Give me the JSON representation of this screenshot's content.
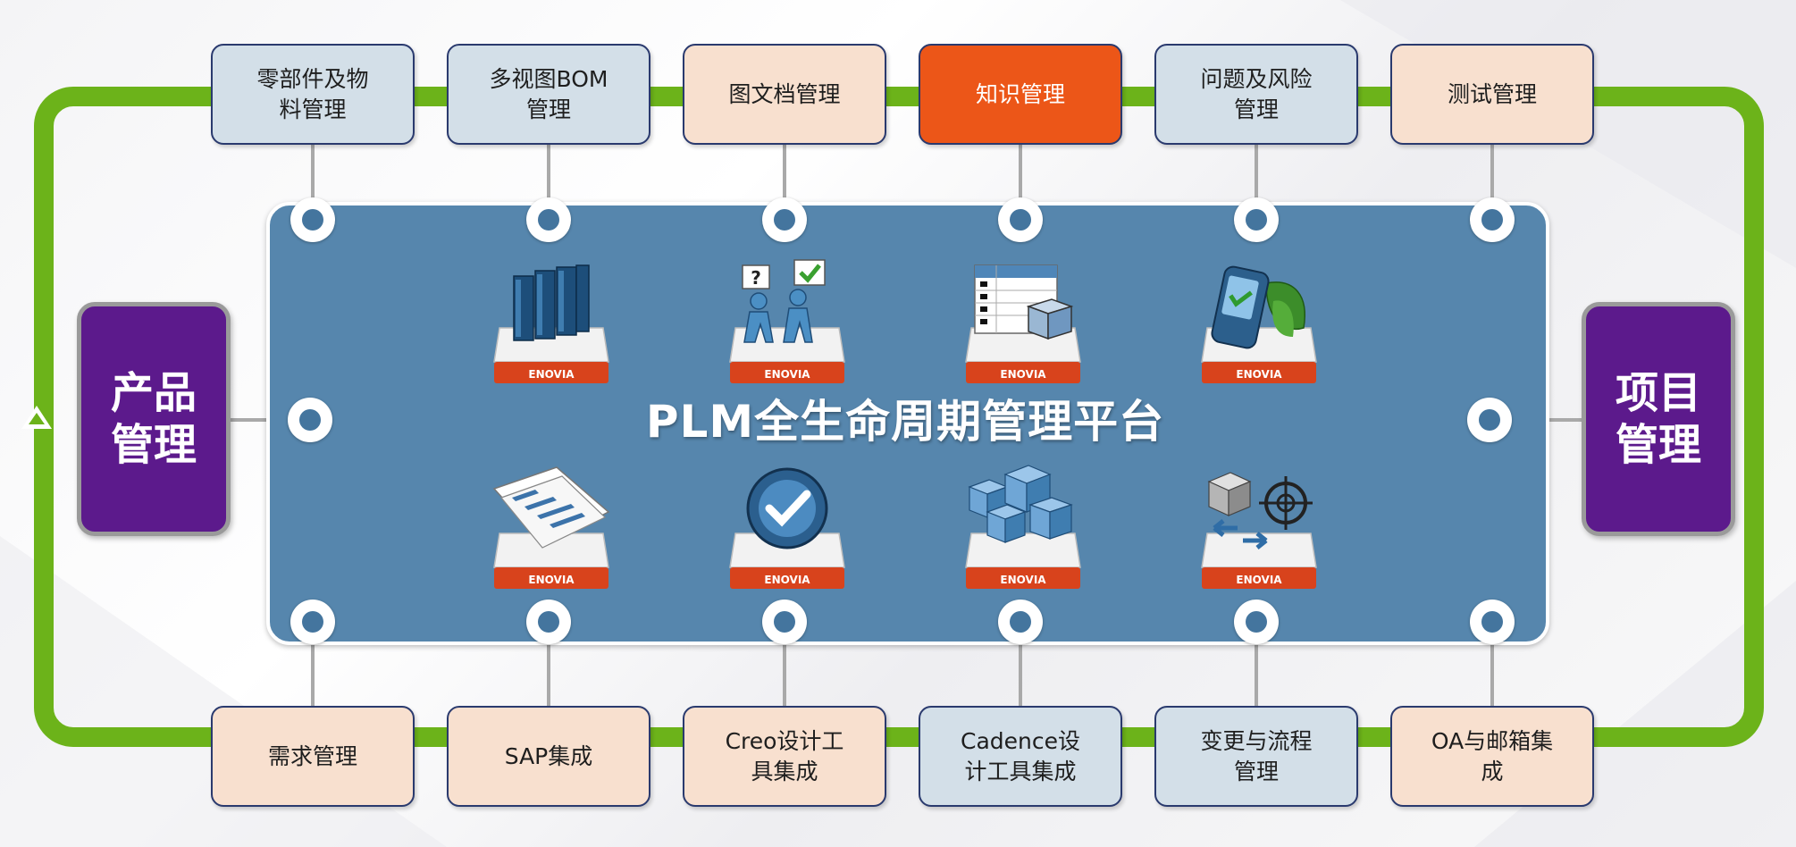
{
  "platform": {
    "title": "PLM全生命周期管理平台"
  },
  "side_left": {
    "line1": "产品",
    "line2": "管理"
  },
  "side_right": {
    "line1": "项目",
    "line2": "管理"
  },
  "top_modules": [
    {
      "line1": "零部件及物",
      "line2": "料管理",
      "style": "blue"
    },
    {
      "line1": "多视图BOM",
      "line2": "管理",
      "style": "blue"
    },
    {
      "line1": "图文档管理",
      "line2": "",
      "style": "peach"
    },
    {
      "line1": "知识管理",
      "line2": "",
      "style": "orange"
    },
    {
      "line1": "问题及风险",
      "line2": "管理",
      "style": "blue"
    },
    {
      "line1": "测试管理",
      "line2": "",
      "style": "peach"
    }
  ],
  "bottom_modules": [
    {
      "line1": "需求管理",
      "line2": "",
      "style": "peach"
    },
    {
      "line1": "SAP集成",
      "line2": "",
      "style": "peach"
    },
    {
      "line1": "Creo设计工",
      "line2": "具集成",
      "style": "peach"
    },
    {
      "line1": "Cadence设",
      "line2": "计工具集成",
      "style": "blue"
    },
    {
      "line1": "变更与流程",
      "line2": "管理",
      "style": "blue"
    },
    {
      "line1": "OA与邮箱集",
      "line2": "成",
      "style": "peach"
    }
  ],
  "icons": [
    {
      "name": "books-icon",
      "label": "ENOVIA"
    },
    {
      "name": "people-checklist-icon",
      "label": "ENOVIA"
    },
    {
      "name": "table-cubes-icon",
      "label": "ENOVIA"
    },
    {
      "name": "device-leaf-icon",
      "label": "ENOVIA"
    },
    {
      "name": "gantt-documents-icon",
      "label": "ENOVIA"
    },
    {
      "name": "check-clock-icon",
      "label": "ENOVIA"
    },
    {
      "name": "cube-assembly-icon",
      "label": "ENOVIA"
    },
    {
      "name": "cube-target-icon",
      "label": "ENOVIA"
    }
  ],
  "colors": {
    "loop": "#6cb31a",
    "platform": "#5686ad",
    "side": "#5c1a8c",
    "module_blue": "#d3dfe8",
    "module_peach": "#f8e0cf",
    "module_highlight": "#ec5618",
    "enovia_red": "#d8431c"
  }
}
